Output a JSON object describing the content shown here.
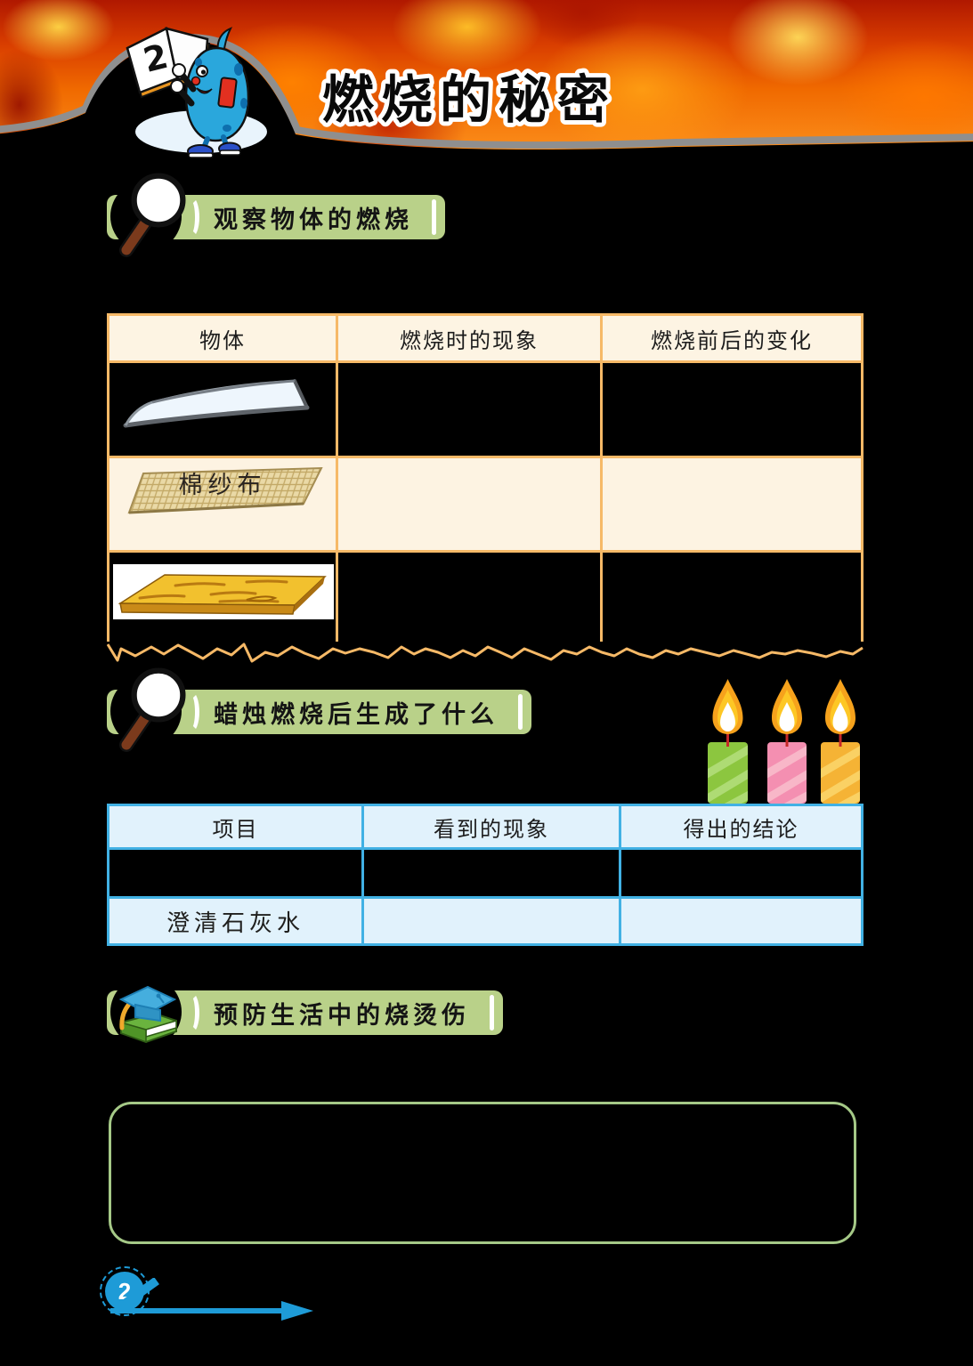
{
  "header": {
    "chapter_number": "2",
    "title": "燃烧的秘密"
  },
  "sections": [
    {
      "id": "observe-burning",
      "icon": "magnifier-icon",
      "label": "观察物体的燃烧"
    },
    {
      "id": "candle-products",
      "icon": "magnifier-icon",
      "label": "蜡烛燃烧后生成了什么"
    },
    {
      "id": "prevent-burns",
      "icon": "mortarboard-book-icon",
      "label": "预防生活中的烧烫伤"
    }
  ],
  "table1": {
    "headers": [
      "物体",
      "燃烧时的现象",
      "燃烧前后的变化"
    ],
    "rows": [
      {
        "object_image": "paper-sheet",
        "label": ""
      },
      {
        "object_image": "cotton-gauze",
        "label": "棉纱布"
      },
      {
        "object_image": "wood-board",
        "label": ""
      }
    ]
  },
  "candles": {
    "count": 3,
    "colors": [
      "#8cc63f",
      "#f48fb1",
      "#f5b335"
    ]
  },
  "table2": {
    "headers": [
      "项目",
      "看到的现象",
      "得出的结论"
    ],
    "rows": [
      {
        "item": ""
      },
      {
        "item": "澄清石灰水"
      }
    ]
  },
  "footer": {
    "page_number": "2"
  },
  "colors": {
    "section_bar_green": "#b9d189",
    "table1_border_orange": "#f6b967",
    "table1_header_bg": "#fdf4e3",
    "table2_border_blue": "#41b1e4",
    "table2_header_bg": "#e1f2fc",
    "note_box_border_green": "#a5c987",
    "accent_blue": "#1e9bd7",
    "flame_orange": "#f6a21c",
    "magnifier_handle_brown": "#7b3a1c"
  }
}
